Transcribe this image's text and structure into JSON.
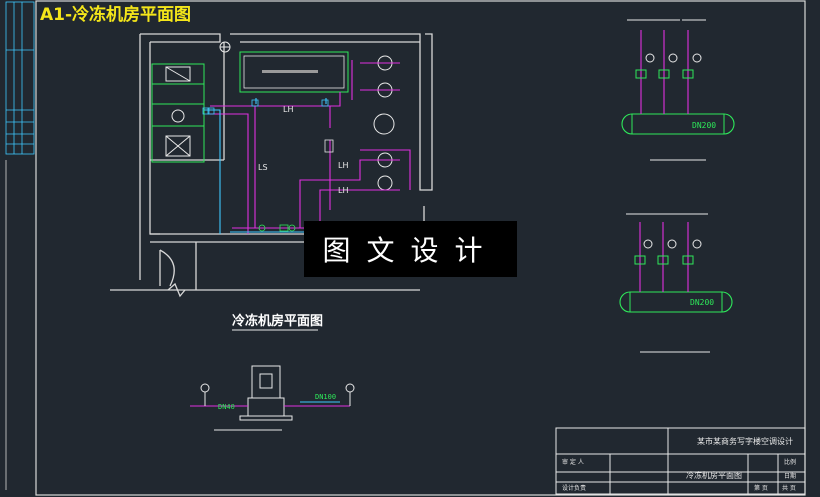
{
  "title": "A1-冷冻机房平面图",
  "watermark": "图文设计",
  "plan": {
    "main_label": "冷冻机房平面图",
    "lh_labels": [
      "LH",
      "LH",
      "LH",
      "LS"
    ],
    "dn_left": "DN40",
    "dn_right": "DN100"
  },
  "manifold_top": {
    "header": "DN200"
  },
  "manifold_bottom": {
    "header": "DN200"
  },
  "title_block": {
    "project": "某市某商务写字楼空调设计",
    "drawing_name": "冷冻机房平面图",
    "cell_person": "审  定  人",
    "cell_ratio": "比例",
    "cell_date": "日期",
    "cell_design": "设计负责",
    "cell_page": "第 页",
    "cell_total": "共 页"
  },
  "colors": {
    "background": "#212830",
    "walls": "#d8d8d8",
    "pipe_magenta": "#e030e0",
    "pipe_cyan": "#3fc8ff",
    "equipment_green": "#2ee85a",
    "title_yellow": "#f4e61a"
  }
}
